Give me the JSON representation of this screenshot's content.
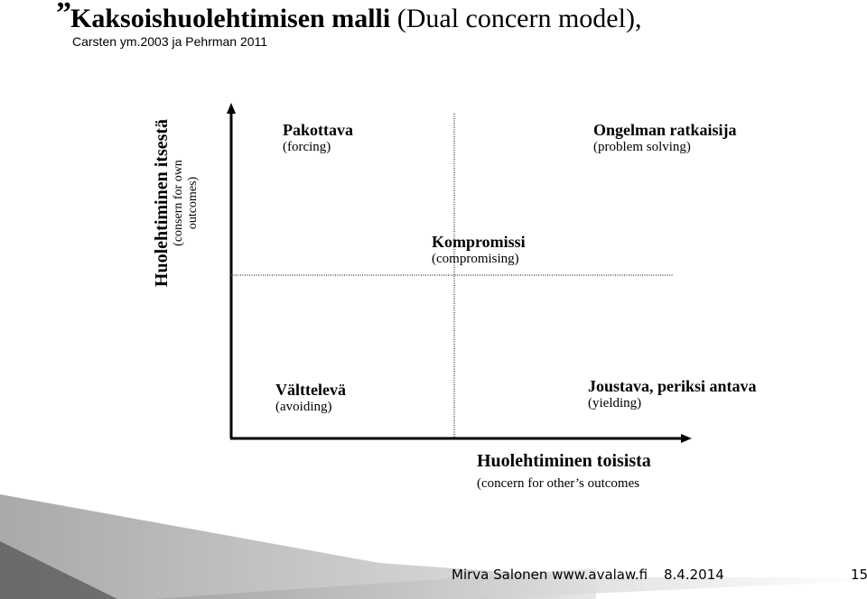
{
  "slide": {
    "title_mark": "”",
    "title_bold": "Kaksoishuolehtimisen malli",
    "title_rest": " (Dual concern model),",
    "subtitle": "Carsten ym.2003 ja Pehrman 2011"
  },
  "axes": {
    "y_main": "Huolehtiminen itsestä",
    "y_sub_1": "(consern for own",
    "y_sub_2": "outcomes)",
    "x_main": "Huolehtiminen toisista",
    "x_sub": "(concern for other’s outcomes"
  },
  "quadrants": {
    "forcing": {
      "title": "Pakottava",
      "sub": "(forcing)"
    },
    "problem_solving": {
      "title": "Ongelman ratkaisija",
      "sub": "(problem solving)"
    },
    "compromising": {
      "title": "Kompromissi",
      "sub": "(compromising)"
    },
    "avoiding": {
      "title": "Välttelevä",
      "sub": "(avoiding)"
    },
    "yielding": {
      "title": "Joustava, periksi antava",
      "sub": "(yielding)"
    }
  },
  "footer": {
    "author": "Mirva Salonen www.avalaw.fi",
    "date": "8.4.2014",
    "page": "15"
  },
  "colors": {
    "axis": "#000000",
    "dotted": "#555555",
    "stripe_dark": "#555555",
    "stripe_light": "#bdbdbd"
  }
}
